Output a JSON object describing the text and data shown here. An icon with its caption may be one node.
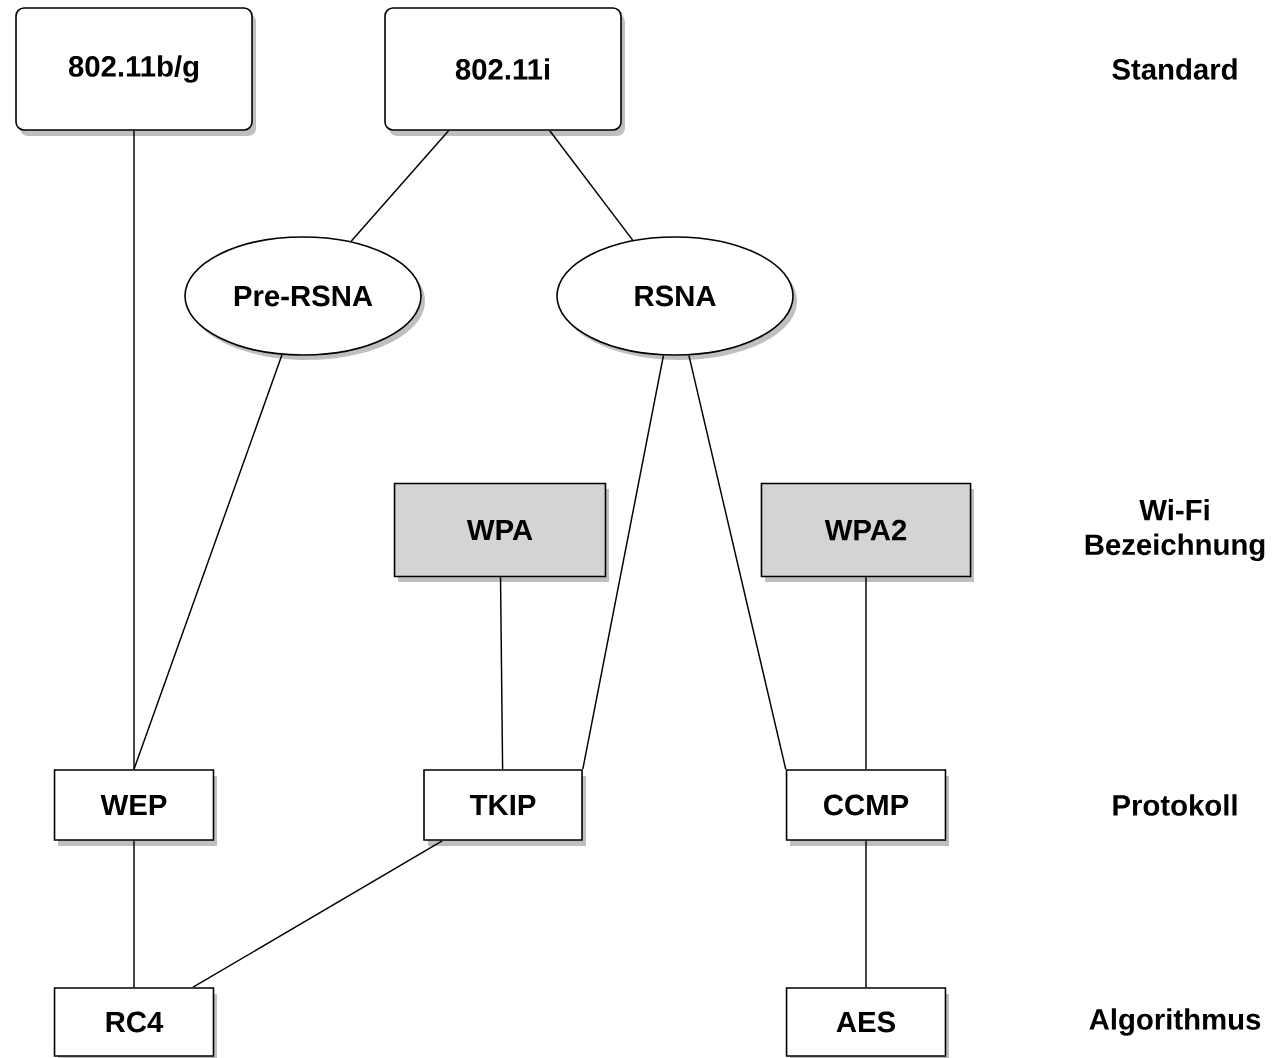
{
  "diagram": {
    "nodes": [
      {
        "text": [
          "802.11b/g"
        ]
      },
      {
        "text": [
          "802.11i"
        ]
      },
      {
        "text": [
          "Pre-RSNA"
        ]
      },
      {
        "text": [
          "RSNA"
        ]
      },
      {
        "text": [
          "WPA"
        ]
      },
      {
        "text": [
          "WPA2"
        ]
      },
      {
        "text": [
          "WEP"
        ]
      },
      {
        "text": [
          "TKIP"
        ]
      },
      {
        "text": [
          "CCMP"
        ]
      },
      {
        "text": [
          "RC4"
        ]
      },
      {
        "text": [
          "AES"
        ]
      }
    ],
    "edges": [
      {
        "from": 0,
        "to": 6,
        "arrow": "none"
      },
      {
        "from": 1,
        "to": 2,
        "arrow": "none"
      },
      {
        "from": 1,
        "to": 3,
        "arrow": "none"
      },
      {
        "from": 2,
        "to": 6,
        "arrow": "none"
      },
      {
        "from": 3,
        "to": 7,
        "arrow": "none"
      },
      {
        "from": 3,
        "to": 8,
        "arrow": "none"
      },
      {
        "from": 4,
        "to": 7,
        "arrow": "none"
      },
      {
        "from": 5,
        "to": 8,
        "arrow": "none"
      },
      {
        "from": 6,
        "to": 9,
        "arrow": "none"
      },
      {
        "from": 7,
        "to": 9,
        "arrow": "none"
      },
      {
        "from": 8,
        "to": 10,
        "arrow": "none"
      }
    ],
    "labels": [
      "Standard",
      "Wi-Fi Bezeichnung",
      "Protokoll",
      "Algorithmus"
    ]
  }
}
